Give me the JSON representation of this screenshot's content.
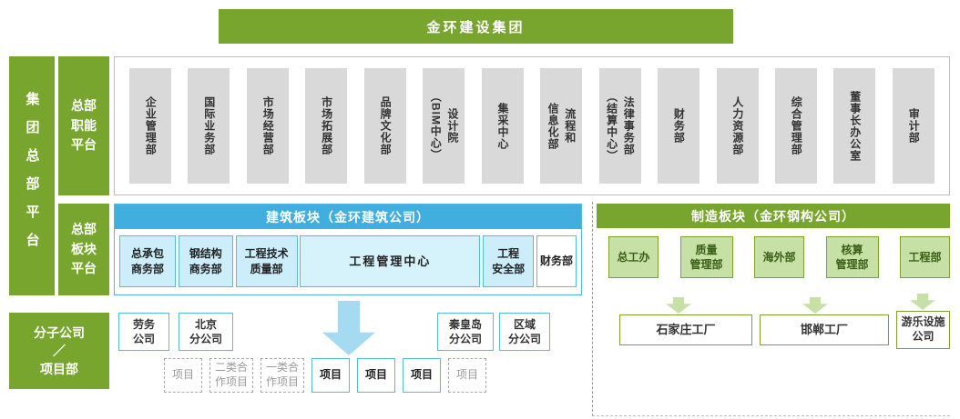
{
  "title": "金环建设集团",
  "labels": {
    "group_hq": "集团总部平台",
    "hq_functional": "总部\n职能\n平台",
    "hq_sector": "总部\n板块\n平台",
    "subsidiaries": "分子公司\n／\n项目部"
  },
  "hq_departments": [
    "企业管理部",
    "国际业务部",
    "市场经营部",
    "市场拓展部",
    "品牌文化部",
    "设计院\n（BIM中心）",
    "集采中心",
    "流程和\n信息化部",
    "法律事务部\n（结算中心）",
    "财务部",
    "人力资源部",
    "综合管理部",
    "董事长办公室",
    "审计部"
  ],
  "construction": {
    "header": "建筑板块（金环建筑公司）",
    "boxes": [
      {
        "label": "总承包\n商务部",
        "variant": "fill"
      },
      {
        "label": "钢结构\n商务部",
        "variant": "fill"
      },
      {
        "label": "工程技术\n质量部",
        "variant": "fill"
      },
      {
        "label": "工程管理中心",
        "variant": "fill"
      },
      {
        "label": "工程\n安全部",
        "variant": "fill"
      },
      {
        "label": "财务部",
        "variant": "outline"
      }
    ]
  },
  "manufacturing": {
    "header": "制造板块（金环钢构公司）",
    "boxes": [
      "总工办",
      "质量\n管理部",
      "海外部",
      "核算\n管理部",
      "工程部"
    ]
  },
  "branches": [
    "劳务\n公司",
    "北京\n分公司",
    "秦皇岛\n分公司",
    "区域\n分公司"
  ],
  "projects": [
    {
      "label": "项目",
      "variant": "dashed"
    },
    {
      "label": "二类合\n作项目",
      "variant": "dashed"
    },
    {
      "label": "一类合\n作项目",
      "variant": "dashed"
    },
    {
      "label": "项目",
      "variant": "solid"
    },
    {
      "label": "项目",
      "variant": "solid"
    },
    {
      "label": "项目",
      "variant": "solid"
    },
    {
      "label": "项目",
      "variant": "dashed"
    }
  ],
  "factories": [
    "石家庄工厂",
    "邯郸工厂",
    "游乐设施\n公司"
  ],
  "colors": {
    "brand_green": "#77A52D",
    "header_blue": "#41AEE0",
    "light_blue_fill": "#CBEEFA",
    "light_green_fill": "#C6E0A5",
    "gray_box": "#D9D9D9",
    "arrow_blue": "#A5DBF2"
  }
}
